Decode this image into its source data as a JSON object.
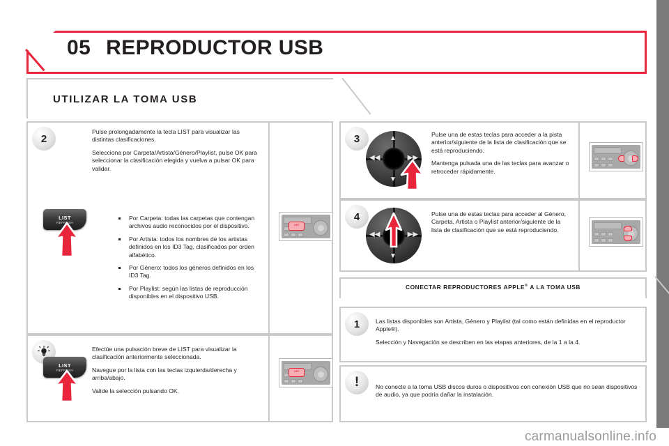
{
  "chapter": {
    "number": "05",
    "title": "REPRODUCTOR USB"
  },
  "section": {
    "title": "UTILIZAR LA TOMA USB"
  },
  "steps": {
    "step2": {
      "badge": "2",
      "para1": "Pulse prolongadamente la tecla LIST para visualizar las distintas clasificaciones.",
      "para2": "Selecciona por Carpeta/Artista/Género/Playlist, pulse OK para seleccionar la clasificación elegida y vuelva a pulsar OK para validar.",
      "bullets": [
        "Por Carpeta: todas las carpetas que contengan archivos audio reconocidos por el dispositivo.",
        "Por Artista: todos los nombres de los artistas definidos en los ID3 Tag, clasificados por orden alfabético.",
        "Por Género: todos los géneros definidos en los ID3 Tag.",
        "Por Playlist: según las listas de reproducción disponibles en el dispositivo USB."
      ],
      "key_label_top": "LIST",
      "key_label_bottom": "REFRESH"
    },
    "tip": {
      "icon": "lightbulb-icon",
      "para1": "Efectúe una pulsación breve de LIST para visualizar la clasificación anteriormente seleccionada.",
      "para2": "Navegue por la lista con las teclas izquierda/derecha y arriba/abajo.",
      "para3": "Valide la selección pulsando OK.",
      "key_label_top": "LIST",
      "key_label_bottom": "REFRESH"
    },
    "step3": {
      "badge": "3",
      "para1": "Pulse una de estas teclas para acceder a la pista anterior/siguiente de la lista de clasificación que se está reproduciendo.",
      "para2": "Mantenga pulsada una de las teclas para avanzar o retroceder rápidamente."
    },
    "step4": {
      "badge": "4",
      "para1": "Pulse una de estas teclas para acceder al Género, Carpeta, Artista o Playlist anterior/siguiente de la lista de clasificación que se está reproduciendo."
    }
  },
  "apple": {
    "band_title": "CONECTAR REPRODUCTORES APPLE",
    "band_title_sup": "®",
    "band_title_tail": " A LA TOMA USB",
    "step1": {
      "badge": "1",
      "para1": "Las listas disponibles son Artista, Género y Playlist (tal como están definidas en el reproductor Apple®).",
      "para2": "Selección y Navegación se describen en las etapas anteriores, de la 1 a la 4."
    },
    "warning": {
      "badge": "!",
      "para1": "No conecte a la toma USB discos duros o dispositivos con conexión USB que no sean dispositivos de audio, ya que podría dañar la instalación."
    }
  },
  "dpad": {
    "up": "▲",
    "down": "▼",
    "left": "◀◀",
    "right": "▶▶"
  },
  "thumb_labels": {
    "list": "LIST\nREFRESH"
  },
  "footer": {
    "watermark": "carmanualsonline.info"
  },
  "colors": {
    "accent_red": "#e8253a",
    "ink": "#231f20",
    "rule": "#c9c9c9",
    "edge_bar": "#7a7a7a"
  }
}
